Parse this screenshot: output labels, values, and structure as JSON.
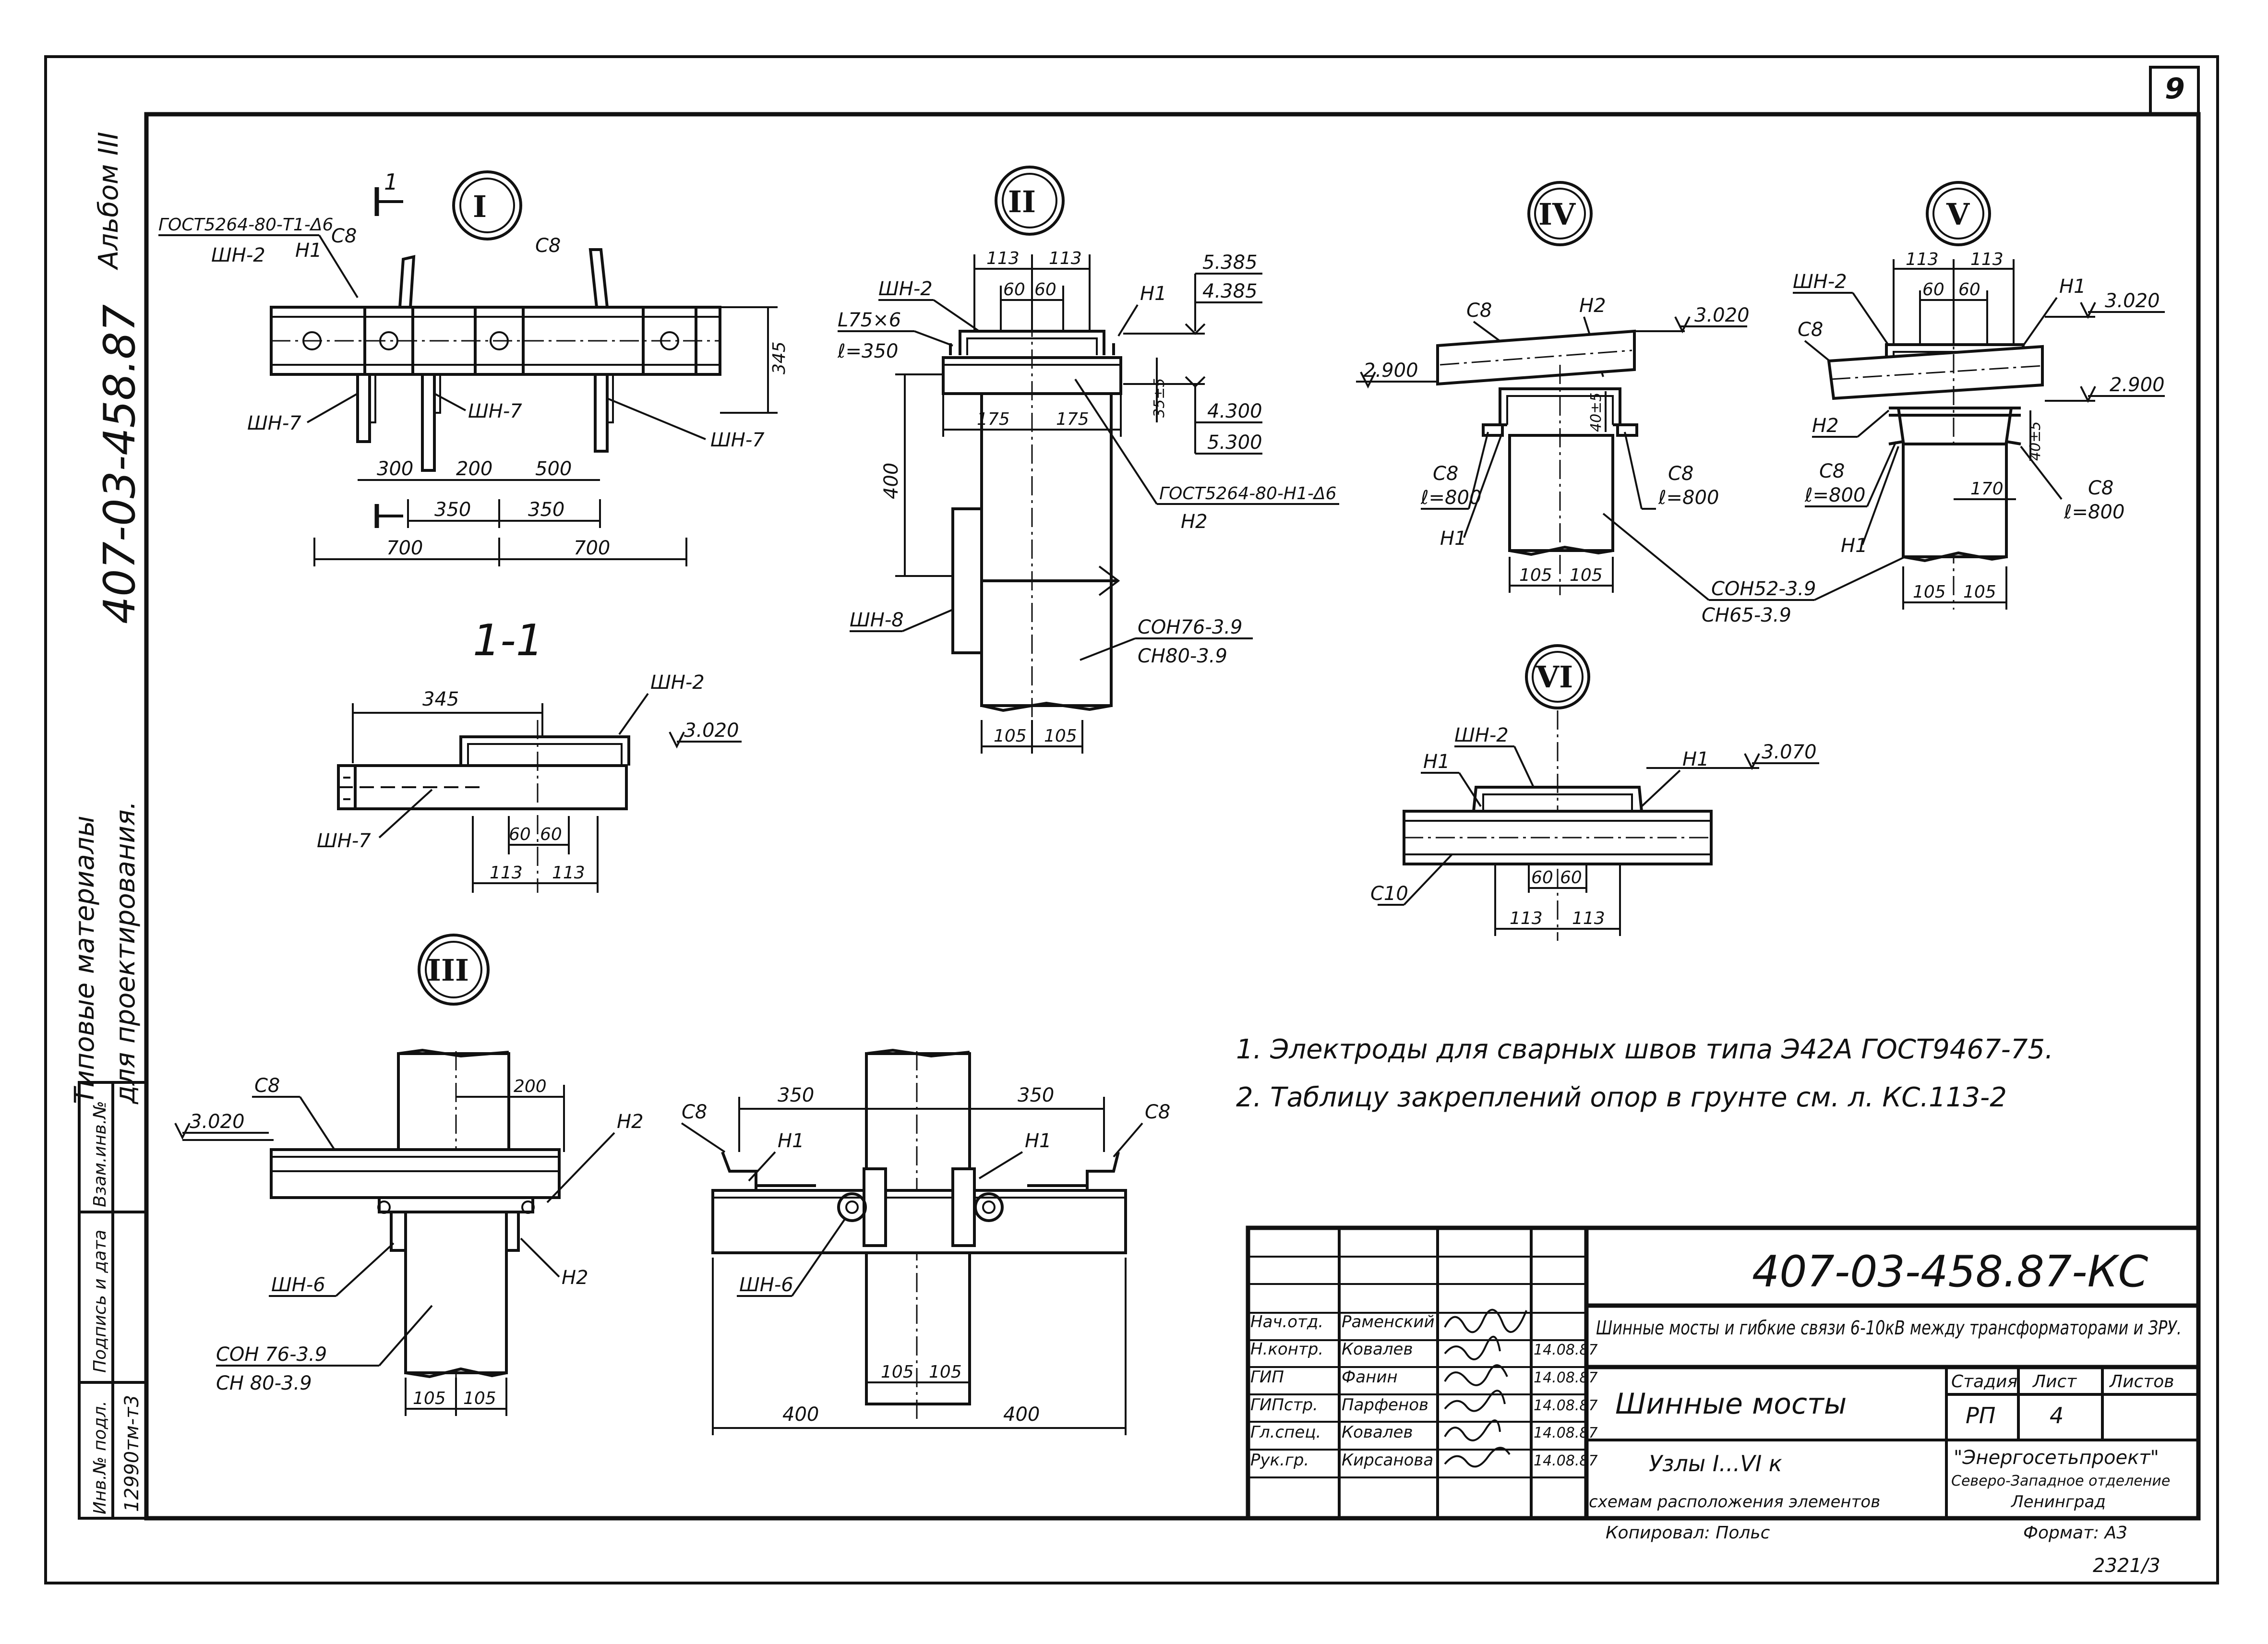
{
  "sheet": {
    "sheet_number": "9",
    "album": "Альбом III",
    "side_code": "407-03-458.87",
    "side_note_line1": "Типовые материалы",
    "side_note_line2": "для проектирования.",
    "inv_labels": [
      "Инв.№ подл.",
      "Подпись и дата",
      "Взам.инв.№"
    ],
    "inv_number": "12990тм-т3",
    "copied": "Копировал: Польс",
    "format": "Формат: А3",
    "bottom_code": "2321/3"
  },
  "nodes": {
    "n1": {
      "label": "I",
      "section_mark": "1",
      "gost": "ГОСТ5264-80-Т1-Δ6",
      "labels": [
        "С8",
        "С8",
        "ШН-2",
        "Н1",
        "ШН-7",
        "ШН-7",
        "ШН-7"
      ],
      "dims": [
        "345",
        "300",
        "200",
        "500",
        "350",
        "350",
        "700",
        "700"
      ]
    },
    "n1_section": {
      "label": "1-1",
      "labels": [
        "ШН-2",
        "ШН-7"
      ],
      "elev": "3.020",
      "dims": [
        "345",
        "60",
        "60",
        "113",
        "113"
      ]
    },
    "n2": {
      "label": "II",
      "labels": [
        "ШН-2",
        "Н1",
        "ШН-8",
        "Н2"
      ],
      "angle": "L75×6",
      "angle_len": "ℓ=350",
      "gost": "ГОСТ5264-80-Н1-Δ6",
      "column": [
        "СОН76-3.9",
        "СН80-3.9"
      ],
      "elevs": [
        "5.385",
        "4.385",
        "4.300",
        "5.300"
      ],
      "dims": [
        "113",
        "113",
        "60",
        "60",
        "175",
        "175",
        "35±5",
        "400",
        "105",
        "105"
      ]
    },
    "n3": {
      "label": "III",
      "labels": [
        "С8",
        "Н2",
        "ШН-6",
        "Н2"
      ],
      "elev": "3.020",
      "column": [
        "СОН 76-3.9",
        "СН 80-3.9"
      ],
      "dims": [
        "200",
        "105",
        "105"
      ]
    },
    "n3b": {
      "labels": [
        "С8",
        "Н1",
        "Н1",
        "С8",
        "ШН-6"
      ],
      "dims": [
        "350",
        "350",
        "105",
        "105",
        "400",
        "400"
      ]
    },
    "n4": {
      "label": "IV",
      "labels": [
        "С8",
        "Н2",
        "С8",
        "ℓ=800",
        "Н1",
        "С8",
        "ℓ=800"
      ],
      "elevs": [
        "3.020",
        "2.900"
      ],
      "column": [
        "СОН52-3.9",
        "СН65-3.9"
      ],
      "dims": [
        "40±5",
        "105",
        "105"
      ]
    },
    "n5": {
      "label": "V",
      "labels": [
        "ШН-2",
        "С8",
        "Н1",
        "Н2",
        "С8",
        "ℓ=800",
        "Н1",
        "С8",
        "ℓ=800"
      ],
      "elevs": [
        "3.020",
        "2.900"
      ],
      "dims": [
        "113",
        "113",
        "60",
        "60",
        "40±5",
        "170",
        "105",
        "105"
      ]
    },
    "n6": {
      "label": "VI",
      "labels": [
        "ШН-2",
        "Н1",
        "Н1",
        "С10"
      ],
      "elev": "3.070",
      "dims": [
        "60",
        "60",
        "113",
        "113"
      ]
    }
  },
  "notes": [
    "1. Электроды для сварных швов типа Э42А ГОСТ9467-75.",
    "2. Таблицу закреплений опор в грунте см. л. КС.113-2"
  ],
  "title_block": {
    "doc_code": "407-03-458.87-КС",
    "title_main": "Шинные мосты и гибкие связи 6-10кВ между трансформаторами и ЗРУ.",
    "title_sheet": "Шинные мосты",
    "title_sub1": "Узлы I...VI к",
    "title_sub2": "схемам расположения элементов",
    "headers": [
      "Стадия",
      "Лист",
      "Листов"
    ],
    "stage": "РП",
    "sheet": "4",
    "sheets": "",
    "org1": "\"Энергосетьпроект\"",
    "org2": "Северо-Западное отделение",
    "org3": "Ленинград",
    "signers": [
      {
        "role": "Нач.отд.",
        "name": "Раменский",
        "date": ""
      },
      {
        "role": "Н.контр.",
        "name": "Ковалев",
        "date": "14.08.87"
      },
      {
        "role": "ГИП",
        "name": "Фанин",
        "date": "14.08.87"
      },
      {
        "role": "ГИПстр.",
        "name": "Парфенов",
        "date": "14.08.87"
      },
      {
        "role": "Гл.спец.",
        "name": "Ковалев",
        "date": "14.08.87"
      },
      {
        "role": "Рук.гр.",
        "name": "Кирсанова",
        "date": "14.08.87"
      }
    ]
  }
}
